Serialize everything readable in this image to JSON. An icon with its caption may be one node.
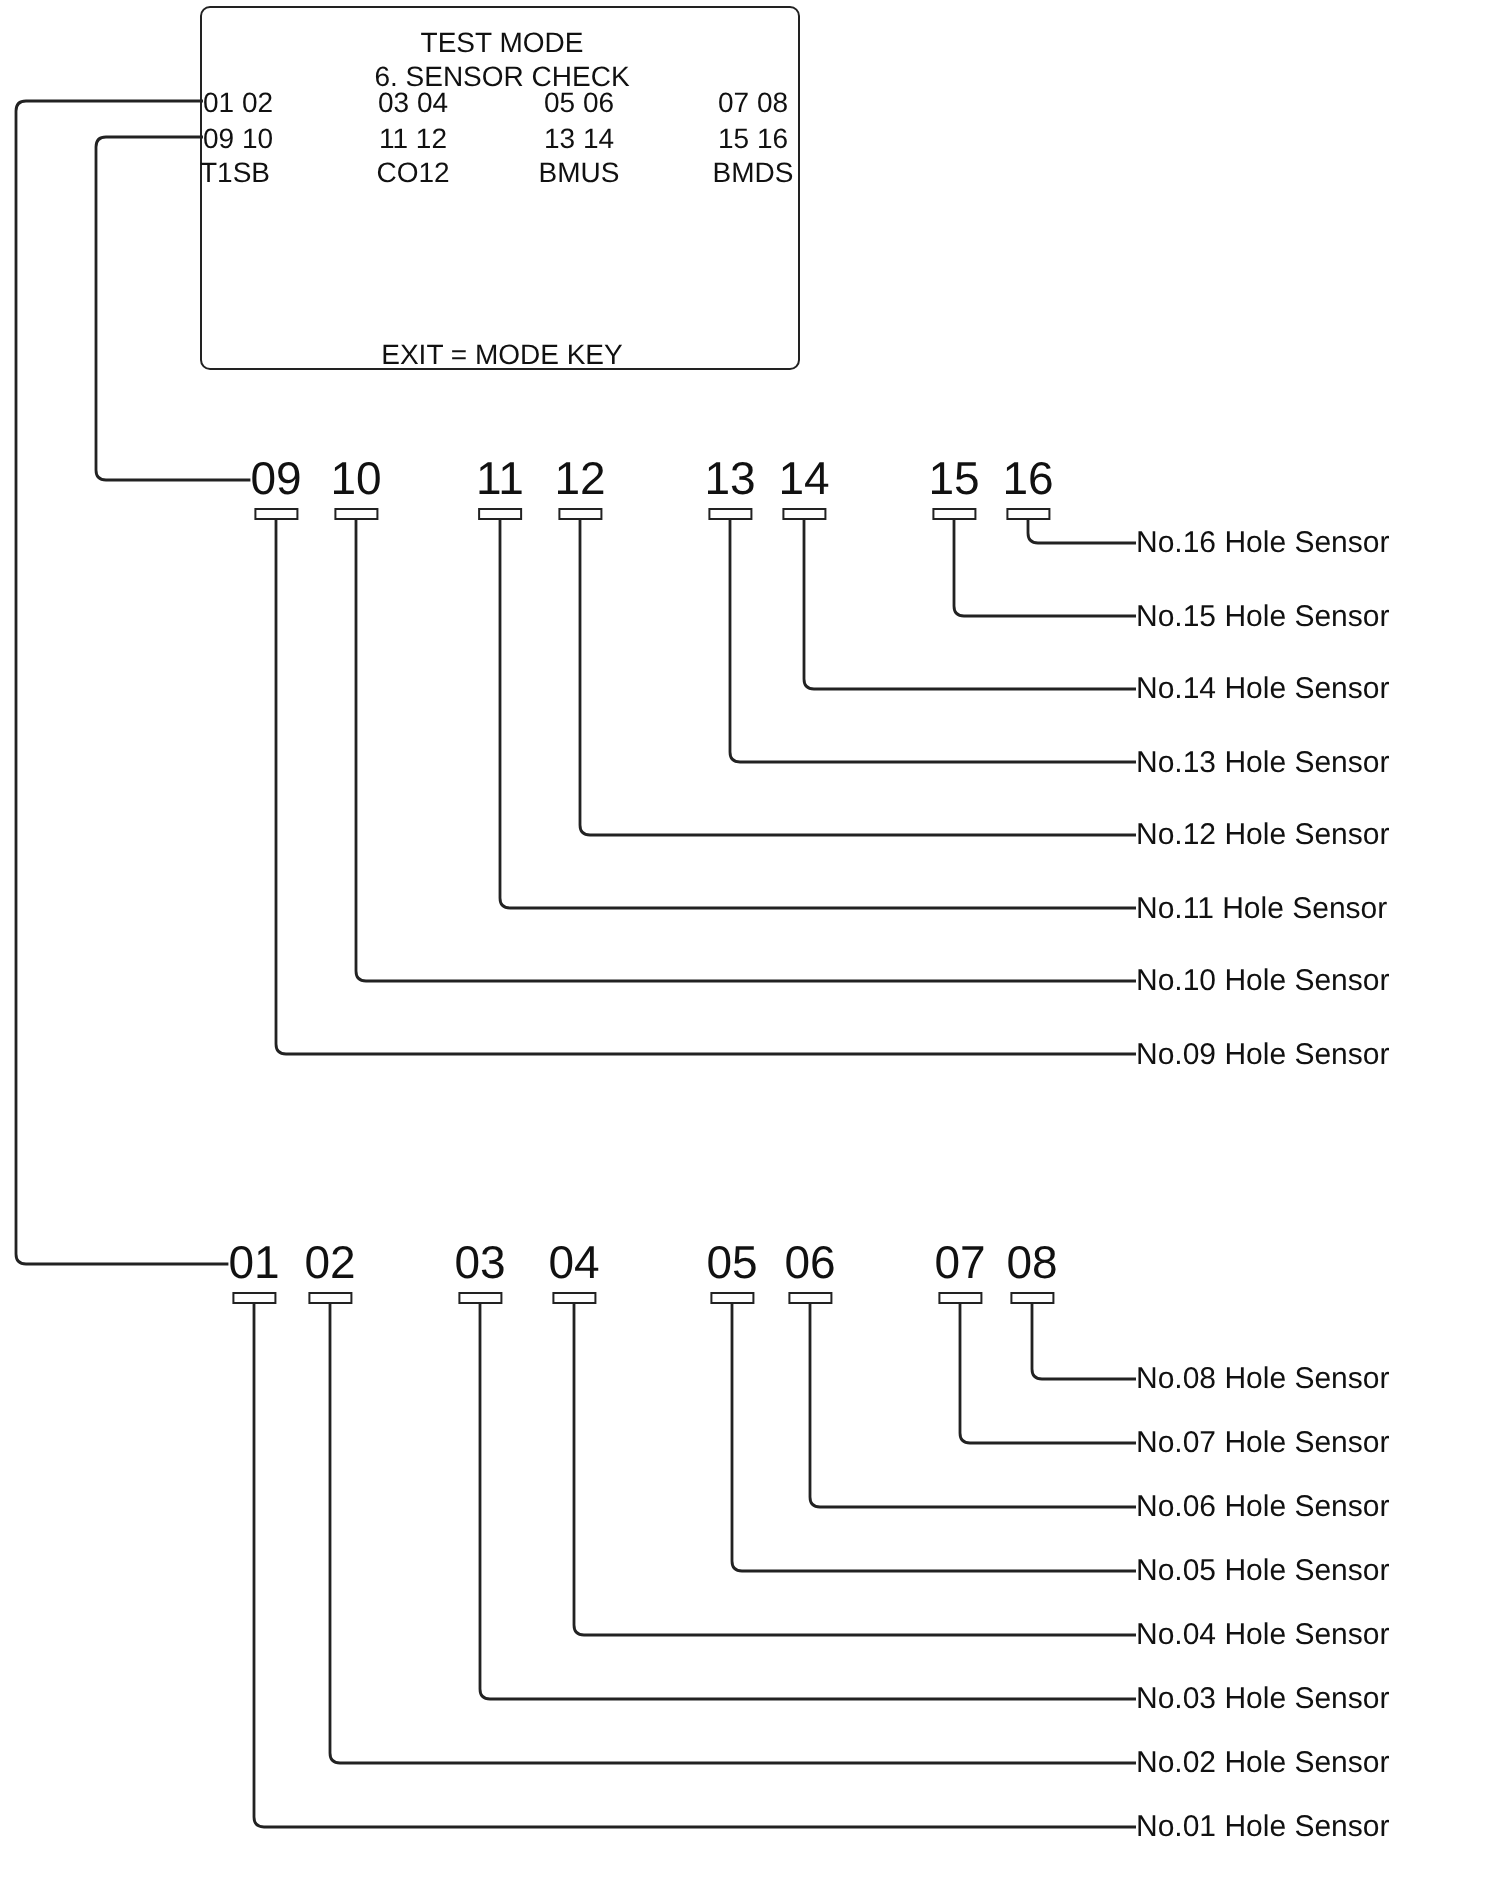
{
  "diagram": {
    "nodes": [
      {
        "text": [
          "TEST MODE",
          "6. SENSOR CHECK",
          "EXIT = MODE KEY"
        ]
      },
      {
        "text": [
          "01 02"
        ],
        "in": 0
      },
      {
        "text": [
          "09 10"
        ],
        "in": 0
      },
      {
        "text": [
          "09"
        ]
      },
      {
        "text": [
          "10"
        ]
      },
      {
        "text": [
          "11"
        ]
      },
      {
        "text": [
          "12"
        ]
      },
      {
        "text": [
          "13"
        ]
      },
      {
        "text": [
          "14"
        ]
      },
      {
        "text": [
          "15"
        ]
      },
      {
        "text": [
          "16"
        ]
      },
      {
        "text": [
          "No.16 Hole Sensor"
        ]
      },
      {
        "text": [
          "No.15 Hole Sensor"
        ]
      },
      {
        "text": [
          "No.14 Hole Sensor"
        ]
      },
      {
        "text": [
          "No.13 Hole Sensor"
        ]
      },
      {
        "text": [
          "No.12 Hole Sensor"
        ]
      },
      {
        "text": [
          "No.11 Hole Sensor"
        ]
      },
      {
        "text": [
          "No.10 Hole Sensor"
        ]
      },
      {
        "text": [
          "No.09 Hole Sensor"
        ]
      },
      {
        "text": [
          "01"
        ]
      },
      {
        "text": [
          "02"
        ]
      },
      {
        "text": [
          "03"
        ]
      },
      {
        "text": [
          "04"
        ]
      },
      {
        "text": [
          "05"
        ]
      },
      {
        "text": [
          "06"
        ]
      },
      {
        "text": [
          "07"
        ]
      },
      {
        "text": [
          "08"
        ]
      },
      {
        "text": [
          "No.08 Hole Sensor"
        ]
      },
      {
        "text": [
          "No.07 Hole Sensor"
        ]
      },
      {
        "text": [
          "No.06 Hole Sensor"
        ]
      },
      {
        "text": [
          "No.05 Hole Sensor"
        ]
      },
      {
        "text": [
          "No.04 Hole Sensor"
        ]
      },
      {
        "text": [
          "No.03 Hole Sensor"
        ]
      },
      {
        "text": [
          "No.02 Hole Sensor"
        ]
      },
      {
        "text": [
          "No.01 Hole Sensor"
        ]
      }
    ],
    "edges": [
      {
        "from": 2,
        "to": 3,
        "arrow": "none"
      },
      {
        "from": 3,
        "to": 18,
        "arrow": "none"
      },
      {
        "from": 4,
        "to": 17,
        "arrow": "none"
      },
      {
        "from": 5,
        "to": 16,
        "arrow": "none"
      },
      {
        "from": 6,
        "to": 15,
        "arrow": "none"
      },
      {
        "from": 7,
        "to": 14,
        "arrow": "none"
      },
      {
        "from": 8,
        "to": 13,
        "arrow": "none"
      },
      {
        "from": 9,
        "to": 12,
        "arrow": "none"
      },
      {
        "from": 10,
        "to": 11,
        "arrow": "none"
      },
      {
        "from": 1,
        "to": 19,
        "arrow": "none"
      },
      {
        "from": 19,
        "to": 34,
        "arrow": "none"
      },
      {
        "from": 20,
        "to": 33,
        "arrow": "none"
      },
      {
        "from": 21,
        "to": 32,
        "arrow": "none"
      },
      {
        "from": 22,
        "to": 31,
        "arrow": "none"
      },
      {
        "from": 23,
        "to": 30,
        "arrow": "none"
      },
      {
        "from": 24,
        "to": 29,
        "arrow": "none"
      },
      {
        "from": 25,
        "to": 28,
        "arrow": "none"
      },
      {
        "from": 26,
        "to": 27,
        "arrow": "none"
      }
    ],
    "labels": [
      "03 04",
      "05 06",
      "07 08",
      "11 12",
      "13 14",
      "15 16",
      "T1SB",
      "CO12",
      "BMUS",
      "BMDS"
    ]
  }
}
